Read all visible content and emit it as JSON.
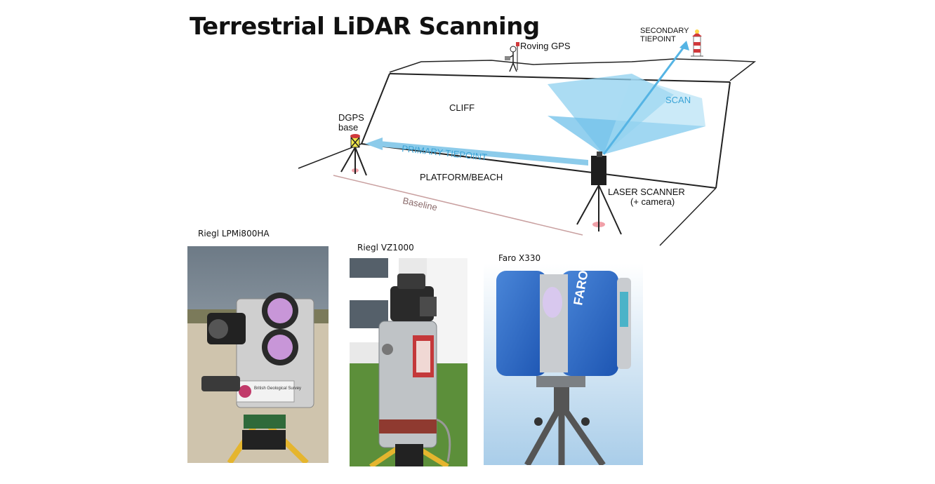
{
  "title": "Terrestrial LiDAR Scanning",
  "diagram": {
    "labels": {
      "roving_gps": "Roving GPS",
      "secondary_tiepoint_1": "SECONDARY",
      "secondary_tiepoint_2": "TIEPOINT",
      "cliff": "CLIFF",
      "scan": "SCAN",
      "dgps_1": "DGPS",
      "dgps_2": "base",
      "primary_tiepoint": "PRIMARY TIEPOINT",
      "platform": "PLATFORM/BEACH",
      "laser_scanner_1": "LASER SCANNER",
      "laser_scanner_2": "(+ camera)",
      "baseline": "Baseline"
    }
  },
  "photos": [
    {
      "caption": "Riegl LPMi800HA",
      "brand_text": "British Geological Survey"
    },
    {
      "caption": "Riegl VZ1000"
    },
    {
      "caption": "Faro X330",
      "brand_text": "FARO"
    }
  ]
}
